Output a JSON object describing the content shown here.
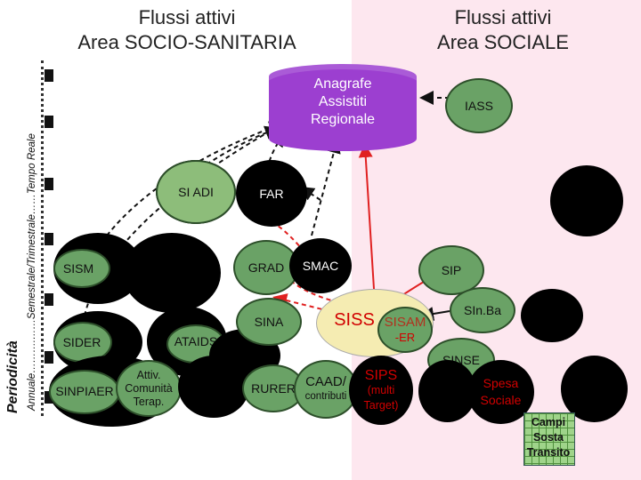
{
  "headers": {
    "left_line1": "Flussi attivi",
    "left_line2": "Area SOCIO-SANITARIA",
    "right_line1": "Flussi attivi",
    "right_line2": "Area SOCIALE"
  },
  "axis": {
    "frequency": "Annuale……….……Semestrale/Trimestrale……Tempo Reale",
    "periodicity": "Periodicità"
  },
  "registry": {
    "line1": "Anagrafe",
    "line2": "Assistiti",
    "line3": "Regionale"
  },
  "nodes": {
    "iass": "IASS",
    "si_adi": "SI ADI",
    "far": "FAR",
    "sism": "SISM",
    "grad": "GRAD",
    "smac": "SMAC",
    "sip": "SIP",
    "sider": "SIDER",
    "ataids": "ATAIDS",
    "sina": "SINA",
    "siss": "SISS",
    "sisam_line1": "SISAM",
    "sisam_line2": "-ER",
    "sinba": "SIn.Ba",
    "sinse": "SINSE",
    "sinpiaer": "SINPIAER",
    "attiv_line1": "Attiv.",
    "attiv_line2": "Comunità",
    "attiv_line3": "Terap.",
    "rurer": "RURER",
    "caad_line1": "CAAD/",
    "caad_line2": "contributi",
    "sips": "SIPS",
    "sips_line2": "(multi",
    "sips_line3": "Target)",
    "spesa_line1": "Spesa",
    "spesa_line2": "Sociale",
    "campi_line1": "Campi",
    "campi_line2": "Sosta",
    "campi_line3": "Transito"
  },
  "colors": {
    "purple": "#9c3fd0",
    "green": "#6aa266",
    "right_bg": "#fde7ef",
    "red_text": "#d10000",
    "arrow_red": "#e02020"
  }
}
